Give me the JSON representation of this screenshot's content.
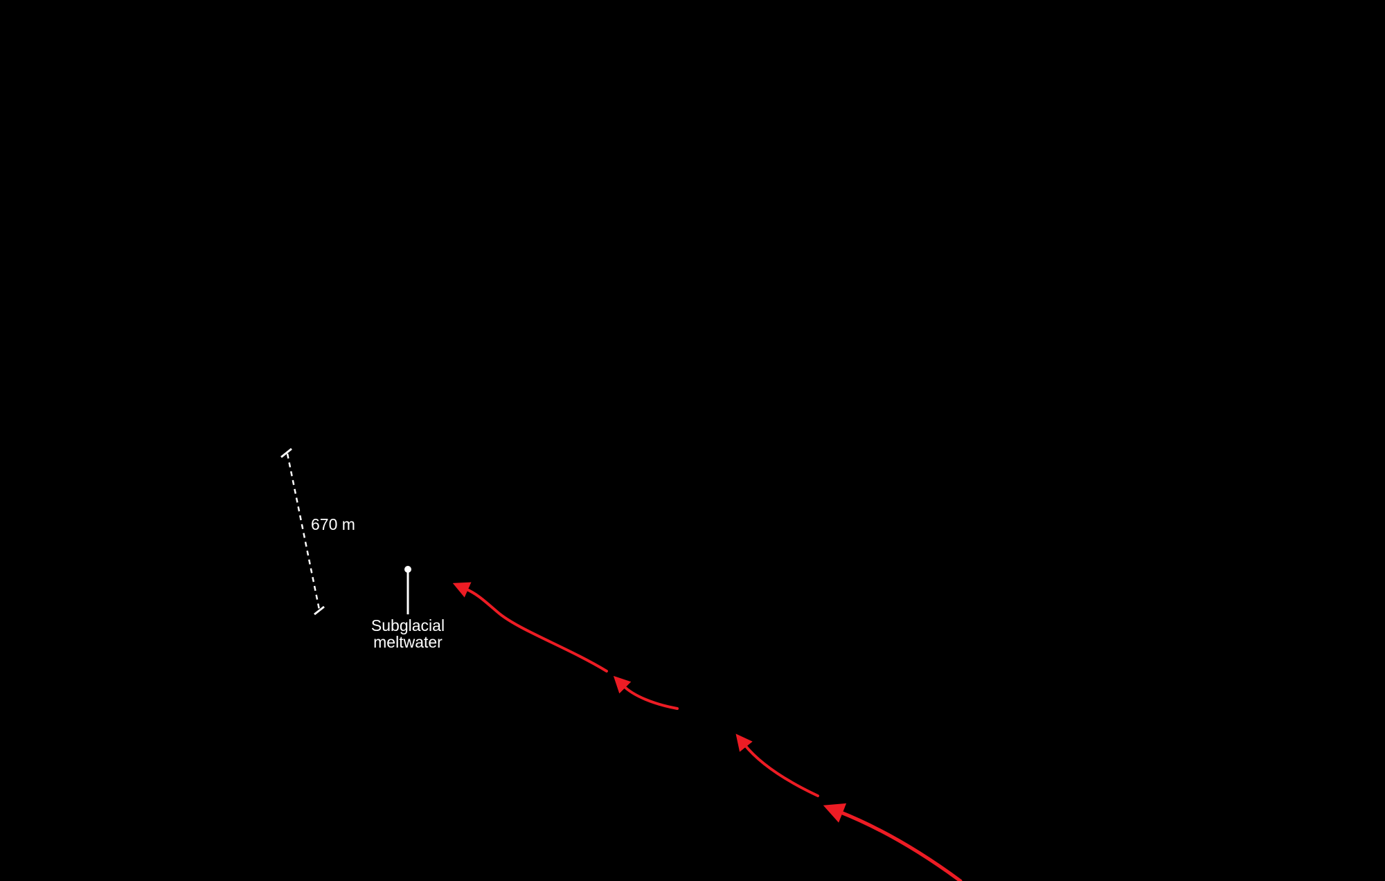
{
  "background_color": "#000000",
  "dimension": {
    "label": "670 m",
    "color": "#ffffff"
  },
  "marker": {
    "label_line1": "Subglacial",
    "label_line2": "meltwater",
    "color": "#ffffff"
  },
  "flow_arrows": {
    "color": "#ED1C24",
    "count": 4
  }
}
